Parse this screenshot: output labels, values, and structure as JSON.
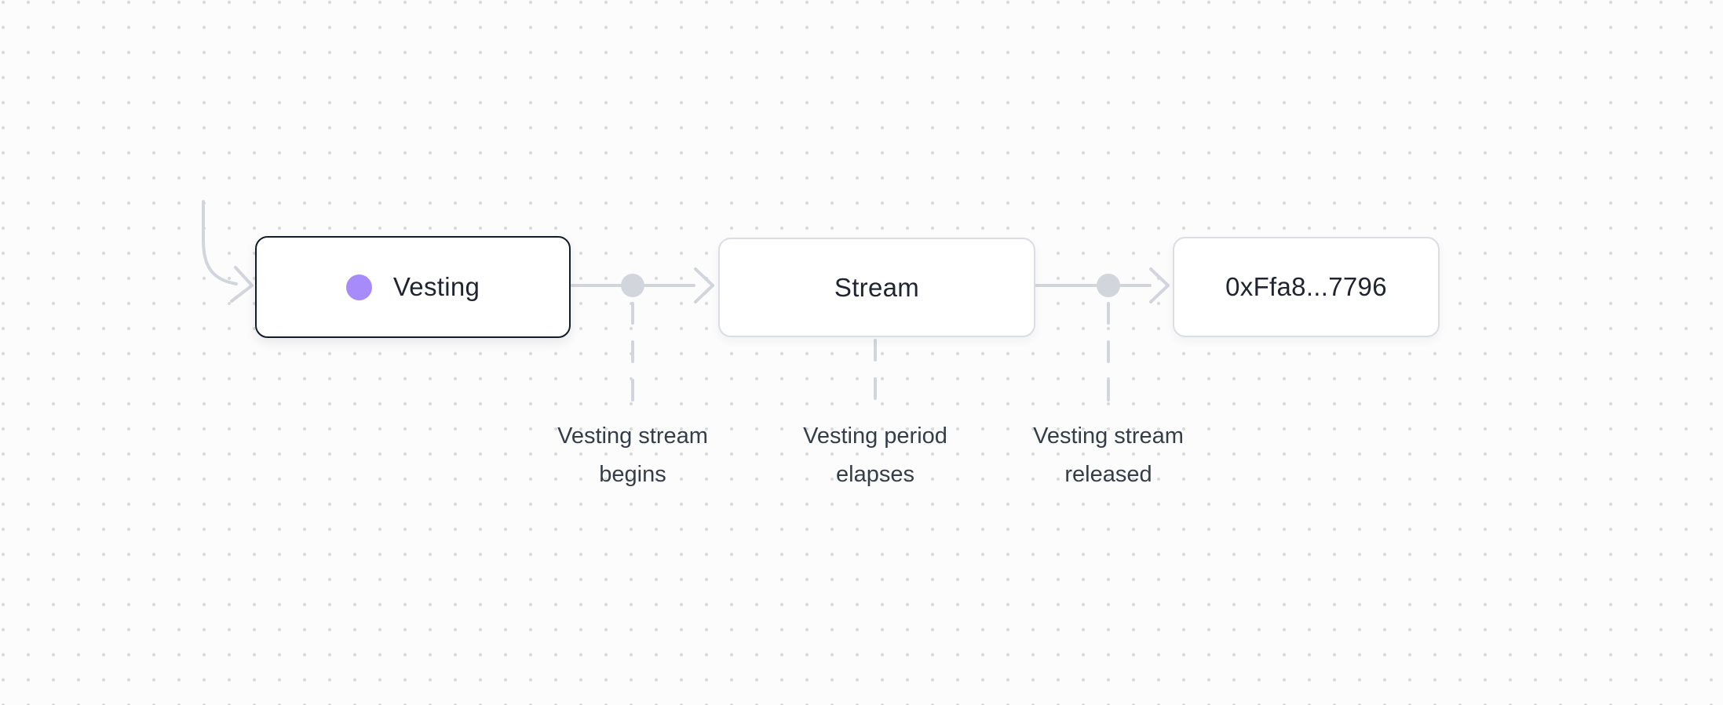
{
  "colors": {
    "background": "#fcfcfc",
    "grid_dot": "#d9d9d9",
    "edge": "#d2d6dc",
    "node_border_active": "#141c28",
    "node_border": "#dadde2",
    "node_text": "#1f2430",
    "label_text": "#353d49",
    "vesting_dot": "#a78bfa"
  },
  "diagram": {
    "nodes": [
      {
        "id": "vesting",
        "label": "Vesting",
        "active": true,
        "status_dot_color": "#a78bfa"
      },
      {
        "id": "stream",
        "label": "Stream",
        "active": false
      },
      {
        "id": "recipient",
        "label": "0xFfa8...7796",
        "active": false
      }
    ],
    "edge_labels": [
      {
        "line1": "Vesting stream",
        "line2": "begins"
      },
      {
        "line1": "Vesting period",
        "line2": "elapses"
      },
      {
        "line1": "Vesting stream",
        "line2": "released"
      }
    ]
  }
}
